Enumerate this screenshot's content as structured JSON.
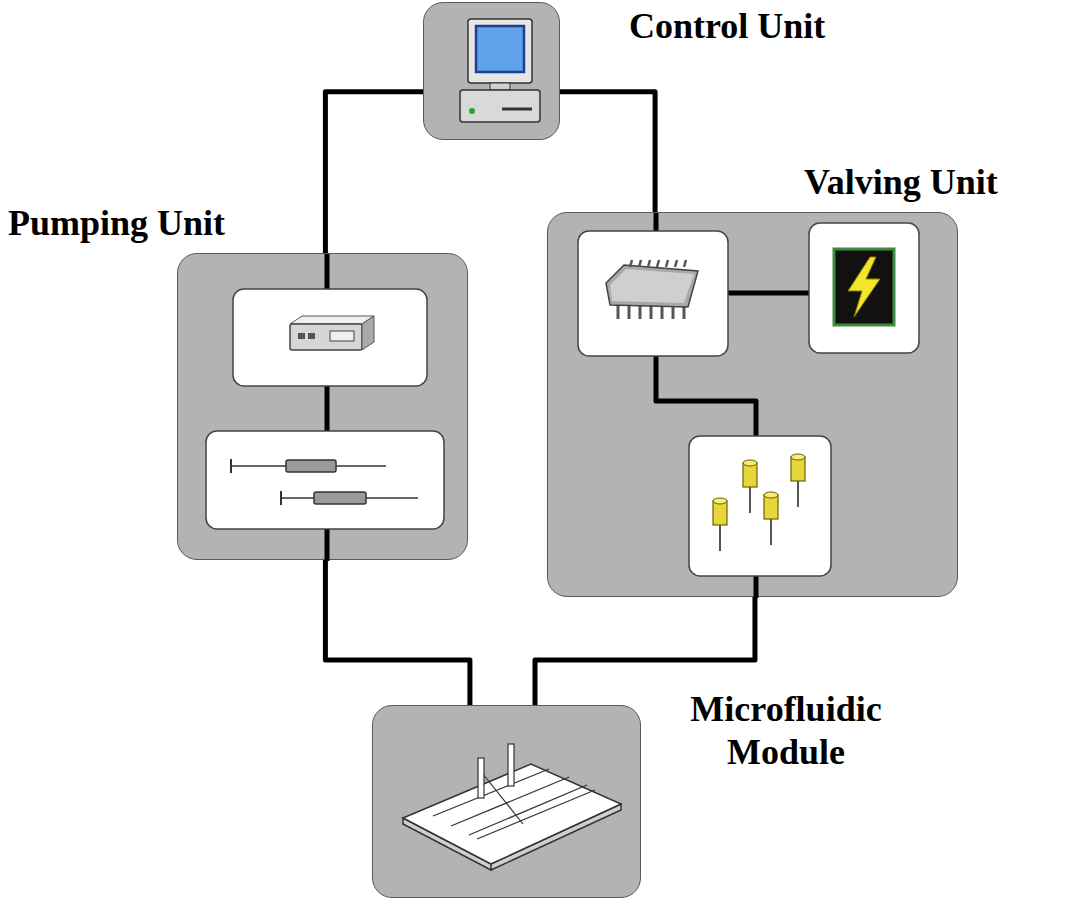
{
  "diagram": {
    "nodes": [
      {
        "text": [
          "Control Unit"
        ]
      },
      {
        "text": [
          "Pumping Unit"
        ]
      },
      {
        "text": [
          "Valving Unit"
        ]
      },
      {
        "text": [
          "Microfluidic Module"
        ]
      }
    ],
    "edges": [
      {
        "from": 0,
        "to": 1,
        "arrow": "none"
      },
      {
        "from": 0,
        "to": 2,
        "arrow": "none"
      },
      {
        "from": 1,
        "to": 3,
        "arrow": "none"
      },
      {
        "from": 2,
        "to": 3,
        "arrow": "none"
      }
    ]
  }
}
